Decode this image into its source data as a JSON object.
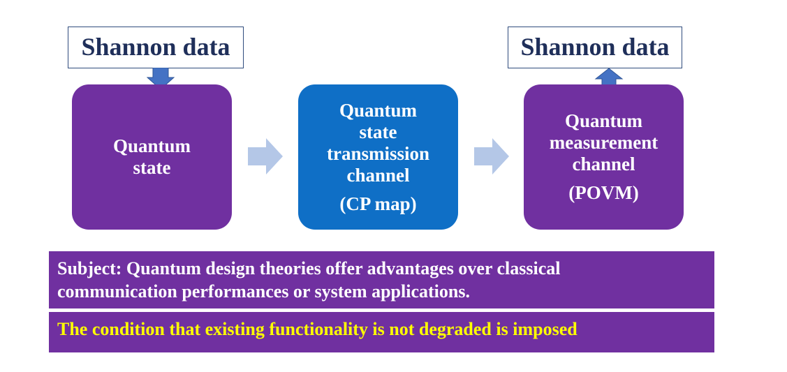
{
  "input_label": "Shannon data",
  "output_label": "Shannon data",
  "stages": {
    "quantum_state": {
      "lines": [
        "Quantum",
        "state"
      ]
    },
    "transmission": {
      "lines": [
        "Quantum",
        "state",
        "transmission",
        "channel"
      ],
      "sub": "(CP map)"
    },
    "measurement": {
      "lines": [
        "Quantum",
        "measurement",
        "channel"
      ],
      "sub": "(POVM)"
    }
  },
  "subject": {
    "lines": [
      "Subject: Quantum design theories offer advantages over classical",
      "communication performances or system applications."
    ]
  },
  "condition": "The condition that existing functionality is not degraded is imposed",
  "colors": {
    "stage_purple": "#7030a0",
    "stage_blue": "#0f6fc6",
    "flow_arrow": "#b4c7e7",
    "io_arrow": "#4472c4",
    "condition_text": "#ffff00"
  }
}
